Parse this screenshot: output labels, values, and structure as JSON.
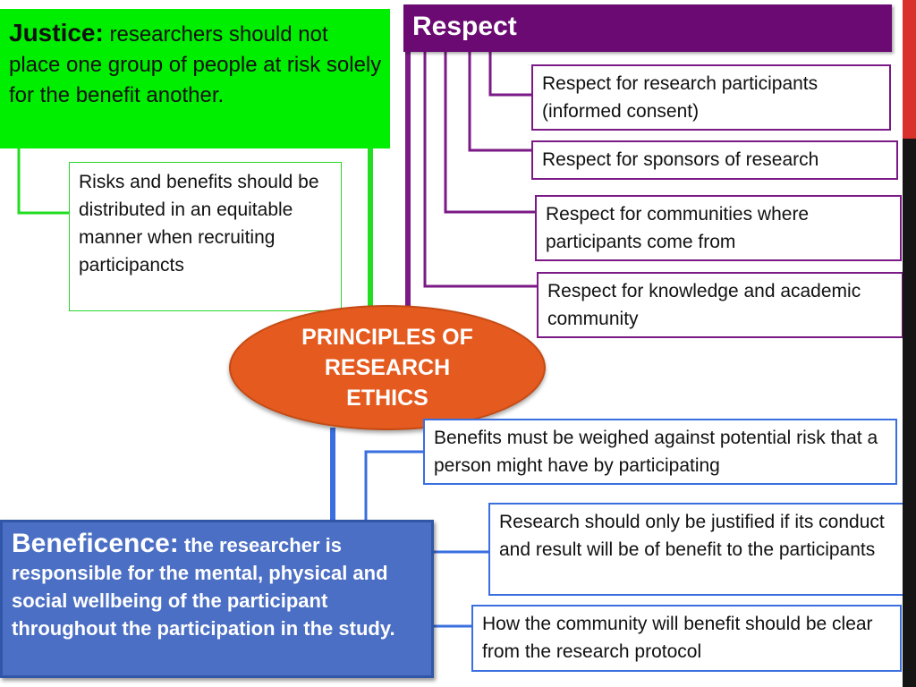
{
  "justice": {
    "heading": "Justice:",
    "text": " researchers should not place one group of people at risk solely for the benefit another.",
    "detail": "Risks and benefits should be distributed in an equitable manner when recruiting participancts"
  },
  "respect": {
    "heading": "Respect",
    "items": [
      "Respect for research participants (informed consent)",
      "Respect for sponsors of research",
      "Respect for communities where participants come from",
      "Respect for knowledge and academic community"
    ]
  },
  "center": {
    "label": "PRINCIPLES OF RESEARCH ETHICS"
  },
  "beneficence": {
    "heading": "Beneficence:",
    "text": " the researcher is responsible for the mental, physical and social wellbeing of the participant throughout the participation in the study.",
    "items": [
      "Benefits must be weighed against potential risk that a person might have by participating",
      "Research should only be justified if  its conduct and result will be of benefit to the participants",
      "How the community will benefit should be clear from the research protocol"
    ]
  },
  "colors": {
    "justice": "#00ee00",
    "respect": "#6a0a72",
    "center": "#e55a1e",
    "beneficence": "#4b6fc4",
    "beneficence_line": "#3a6fe0"
  }
}
